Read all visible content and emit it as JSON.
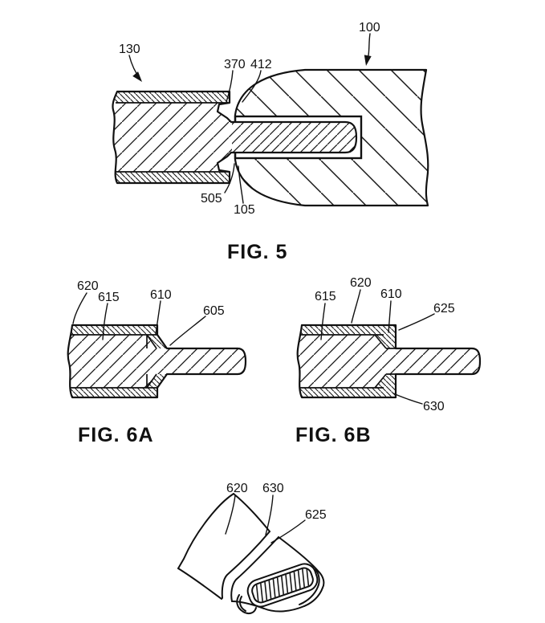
{
  "sheet": {
    "background": "#ffffff",
    "line_color": "#111111"
  },
  "figures": {
    "fig5": {
      "caption": "FIG. 5",
      "labels": {
        "n130": "130",
        "n370": "370",
        "n412": "412",
        "n100": "100",
        "n505": "505",
        "n105": "105"
      }
    },
    "fig6a": {
      "caption": "FIG. 6A",
      "labels": {
        "n620": "620",
        "n615": "615",
        "n610": "610",
        "n605": "605"
      }
    },
    "fig6b": {
      "caption": "FIG. 6B",
      "labels": {
        "n615": "615",
        "n620": "620",
        "n610": "610",
        "n625": "625",
        "n630": "630"
      }
    },
    "fig6c": {
      "labels": {
        "n620": "620",
        "n630": "630",
        "n625": "625"
      }
    }
  }
}
